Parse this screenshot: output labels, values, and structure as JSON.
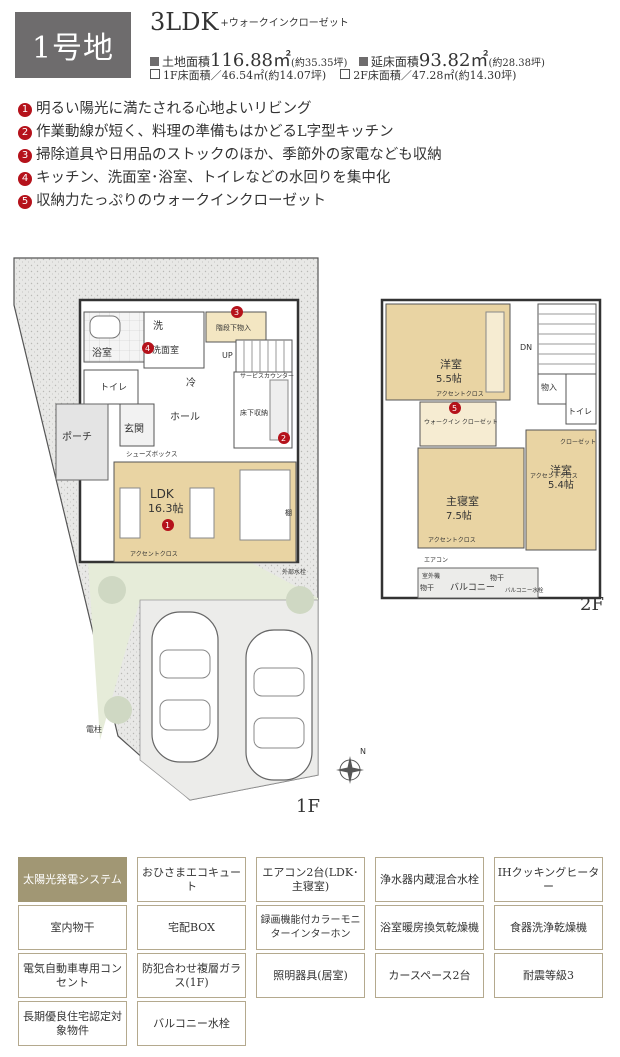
{
  "header": {
    "lot": "1号地",
    "plan": "3LDK",
    "plan_note": "+ウォークインクローゼット",
    "land_area_label": "土地面積",
    "land_area_value": "116.88㎡",
    "land_area_tsubo": "(約35.35坪)",
    "floor_area_label": "延床面積",
    "floor_area_value": "93.82㎡",
    "floor_area_tsubo": "(約28.38坪)",
    "f1_area": "1F床面積／46.54㎡(約14.07坪)",
    "f2_area": "2F床面積／47.28㎡(約14.30坪)"
  },
  "features": [
    {
      "n": "1",
      "text": "明るい陽光に満たされる心地よいリビング"
    },
    {
      "n": "2",
      "text": "作業動線が短く、料理の準備もはかどるL字型キッチン"
    },
    {
      "n": "3",
      "text": "掃除道具や日用品のストックのほか、季節外の家電なども収納"
    },
    {
      "n": "4",
      "text": "キッチン、洗面室･浴室、トイレなどの水回りを集中化"
    },
    {
      "n": "5",
      "text": "収納力たっぷりのウォークインクローゼット"
    }
  ],
  "plan1f": {
    "floor": "1F",
    "wash": "洗",
    "bath": "浴室",
    "washroom": "洗面室",
    "storage_day": "階段下物入",
    "fridge": "冷",
    "toilet": "トイレ",
    "up": "UP",
    "service_counter": "サービスカウンター",
    "underfloor": "床下収納",
    "entrance": "玄関",
    "hall": "ホール",
    "shoebox": "シューズボックス",
    "porch": "ポーチ",
    "ldk": "LDK",
    "ldk_size": "16.3帖",
    "accent": "アクセントクロス",
    "shelf": "棚",
    "outdoor_faucet": "外部水栓",
    "pole": "電柱",
    "n": "N"
  },
  "plan2f": {
    "floor": "2F",
    "room1": "洋室",
    "room1_size": "5.5帖",
    "accent1": "アクセントクロス",
    "wic": "ウォークイン クローゼット",
    "dn": "DN",
    "storage": "物入",
    "toilet": "トイレ",
    "master": "主寝室",
    "master_size": "7.5帖",
    "room2": "洋室",
    "room2_size": "5.4帖",
    "closet": "クローゼット",
    "accent2": "アクセントクロス",
    "accent3": "アクセントクロス",
    "ac": "エアコン",
    "outdoor_faucet": "室外機",
    "balcony": "バルコニー",
    "hanger1": "物干",
    "hanger2": "物干",
    "balcony_faucet": "バルコニー水栓"
  },
  "amenities": [
    "太陽光発電システム",
    "おひさまエコキュート",
    "エアコン2台(LDK･主寝室)",
    "浄水器内蔵混合水栓",
    "IHクッキングヒーター",
    "室内物干",
    "宅配BOX",
    "録画機能付カラーモニターインターホン",
    "浴室暖房換気乾燥機",
    "食器洗浄乾燥機",
    "電気自動車専用コンセント",
    "防犯合わせ複層ガラス(1F)",
    "照明器具(居室)",
    "カースペース2台",
    "耐震等級3",
    "長期優良住宅認定対象物件",
    "バルコニー水栓"
  ],
  "colors": {
    "badge": "#6e6c6d",
    "accent_red": "#b5121b",
    "amenity_border": "#b4a98e",
    "amenity_highlight": "#a19774",
    "wood": "#e3c98e",
    "garden": "#eaf0e0"
  }
}
